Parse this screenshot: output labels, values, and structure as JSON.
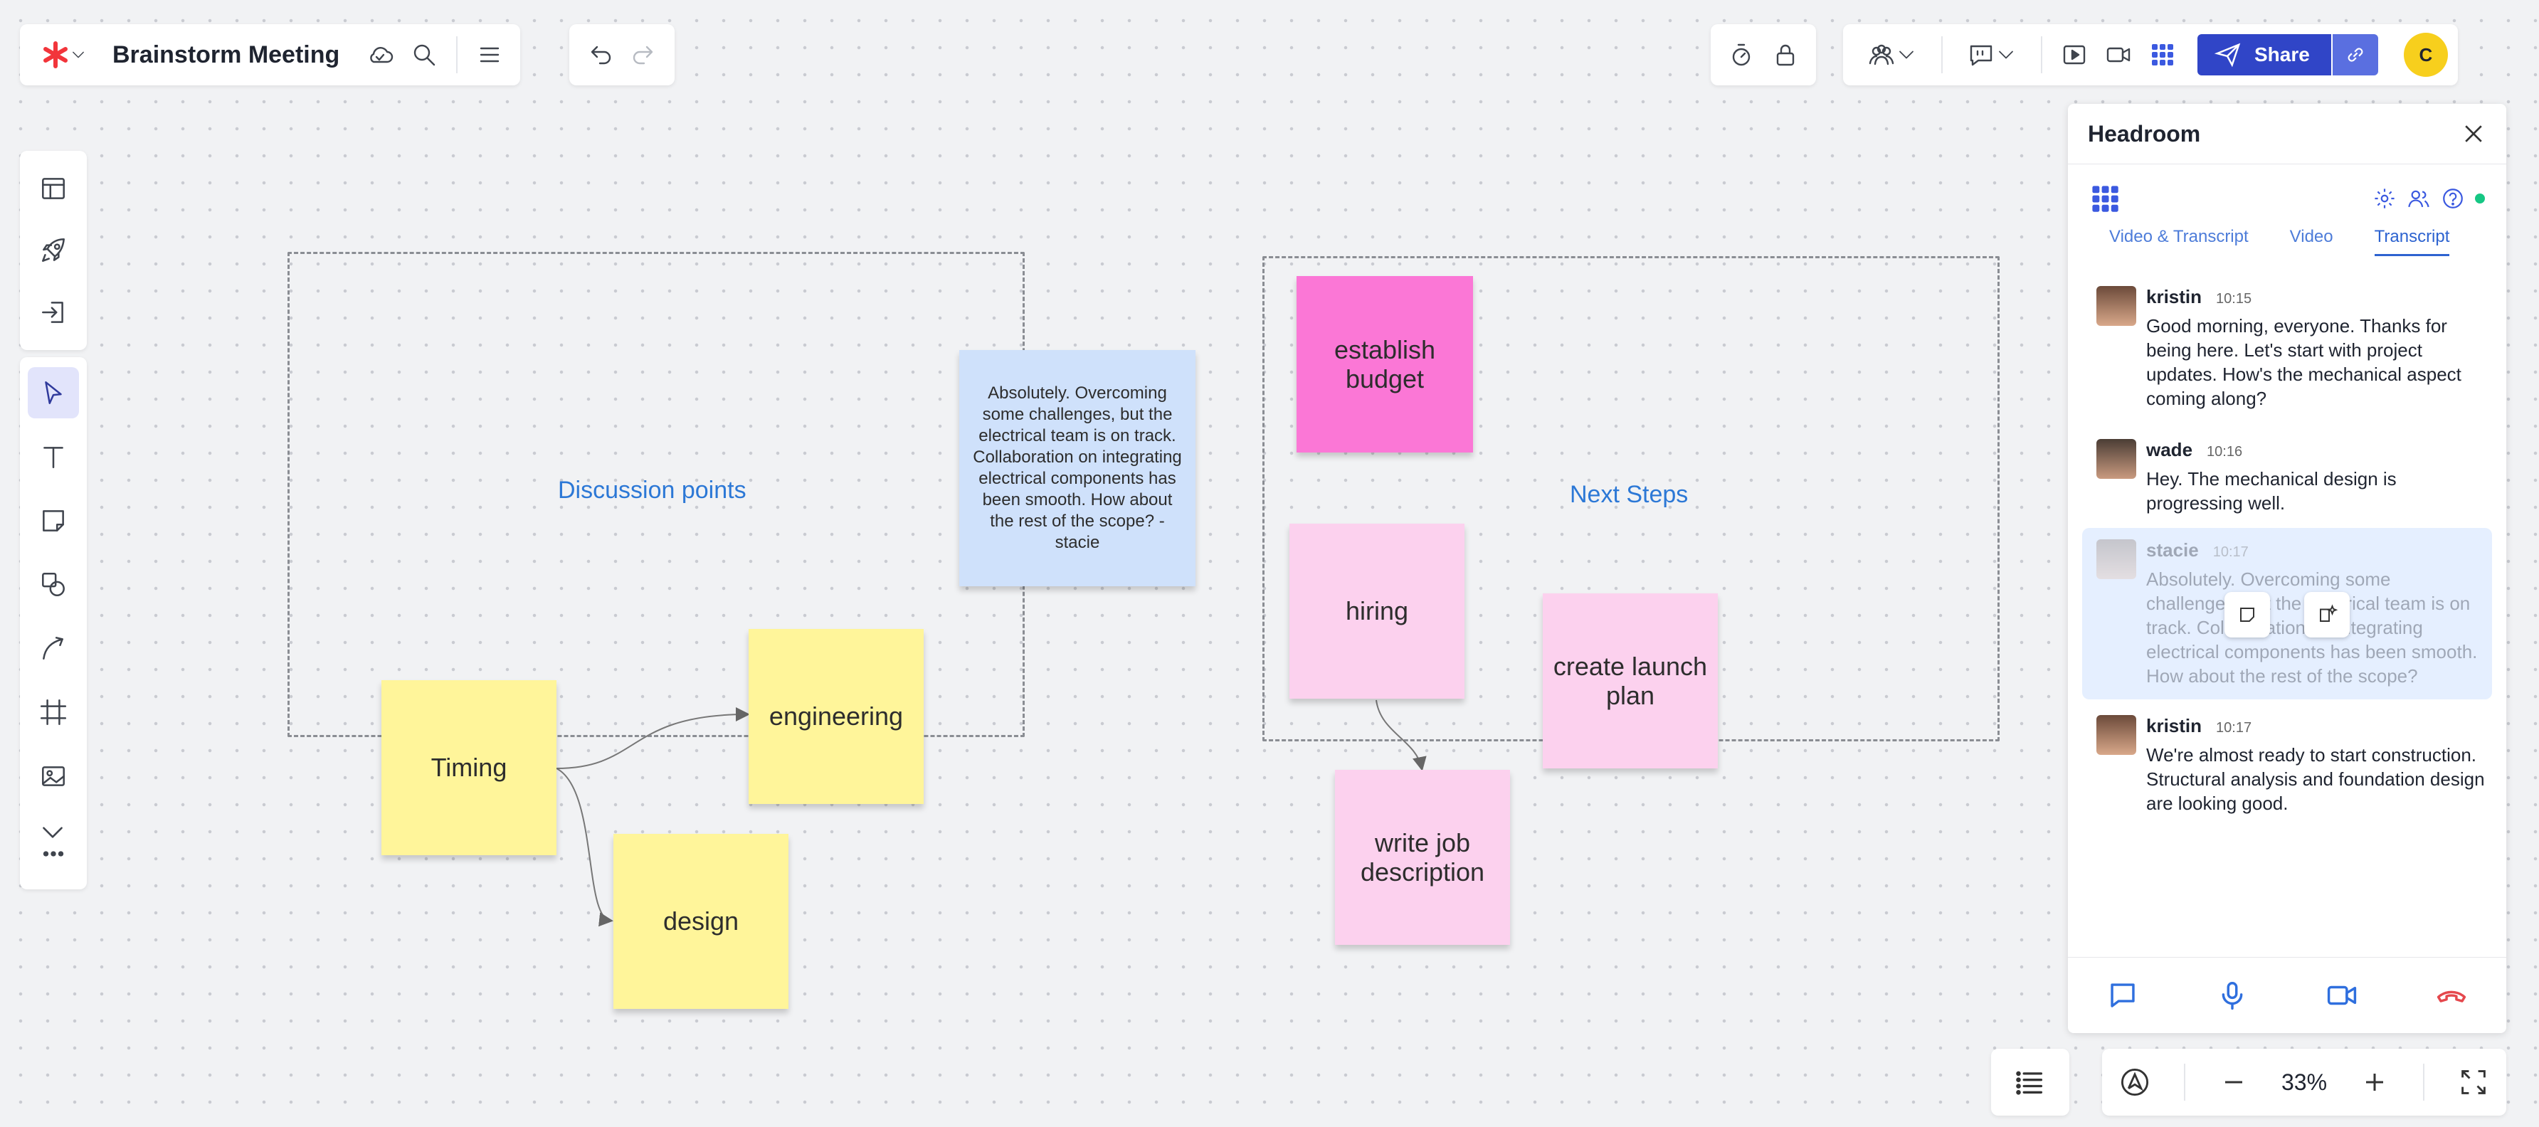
{
  "header": {
    "board_title": "Brainstorm Meeting",
    "share_label": "Share",
    "avatar_initial": "C"
  },
  "canvas": {
    "frames": [
      {
        "label": "Discussion points"
      },
      {
        "label": "Next Steps"
      }
    ],
    "stickies": {
      "timing": "Timing",
      "engineering": "engineering",
      "design": "design",
      "quote": "Absolutely. Overcoming some challenges, but the electrical team is on track. Collaboration on integrating electrical components has been smooth. How about the rest of the scope? - stacie",
      "establish_budget": "establish budget",
      "hiring": "hiring",
      "create_launch_plan": "create launch plan",
      "write_job_description": "write job description"
    }
  },
  "panel": {
    "title": "Headroom",
    "tabs": [
      "Video & Transcript",
      "Video",
      "Transcript"
    ],
    "active_tab": "Transcript",
    "messages": [
      {
        "name": "kristin",
        "time": "10:15",
        "text": "Good morning, everyone. Thanks for being here. Let's start with project updates. How's the mechanical aspect coming along?"
      },
      {
        "name": "wade",
        "time": "10:16",
        "text": "Hey. The mechanical design is progressing well."
      },
      {
        "name": "stacie",
        "time": "10:17",
        "text": "Absolutely. Overcoming some challenges, but the electrical team is on track. Collaboration on integrating electrical components has been smooth. How about the rest of the scope?"
      },
      {
        "name": "kristin",
        "time": "10:17",
        "text": "We're almost ready to start construction. Structural analysis and foundation design are looking good."
      }
    ]
  },
  "zoom": {
    "level": "33%"
  },
  "colors": {
    "accent": "#3045c7",
    "frame_label": "#2c78d6",
    "yellow": "#fff59a",
    "pink": "#fcd1ee",
    "hot_pink": "#fb77d6",
    "blue_sticky": "#cfe1fb",
    "status_online": "#16c784"
  }
}
